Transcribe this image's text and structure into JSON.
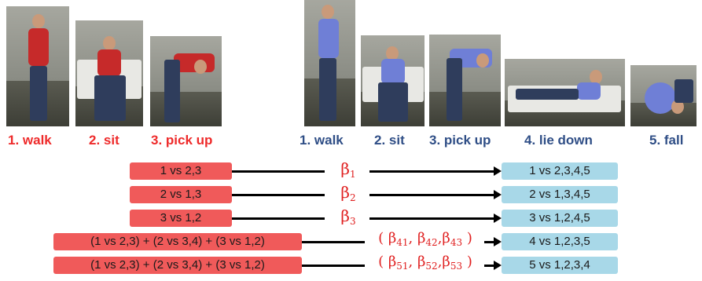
{
  "left_group": {
    "captions": [
      "1. walk",
      "2. sit",
      "3. pick up"
    ],
    "color": "#ee2a2a"
  },
  "right_group": {
    "captions": [
      "1. walk",
      "2. sit",
      "3. pick up",
      "4. lie down",
      "5. fall"
    ],
    "color": "#2f4e86"
  },
  "rows": [
    {
      "left": "1 vs 2,3",
      "beta": "β",
      "beta_sub": "1",
      "right": "1 vs 2,3,4,5"
    },
    {
      "left": "2 vs 1,3",
      "beta": "β",
      "beta_sub": "2",
      "right": "2 vs 1,3,4,5"
    },
    {
      "left": "3 vs 1,2",
      "beta": "β",
      "beta_sub": "3",
      "right": "3 vs 1,2,4,5"
    },
    {
      "left": "(1 vs 2,3) + (2 vs 3,4) + (3 vs 1,2)",
      "beta_open": "( β",
      "beta_subs": [
        "41",
        "42",
        "43"
      ],
      "beta_close": ")",
      "right": "4 vs 1,2,3,5"
    },
    {
      "left": "(1 vs 2,3) + (2 vs 3,4) + (3 vs 1,2)",
      "beta_open": "( β",
      "beta_subs": [
        "51",
        "52",
        "53"
      ],
      "beta_close": ")",
      "right": "5 vs 1,2,3,4"
    }
  ],
  "colors": {
    "left_box": "#f05a5a",
    "right_box": "#a8d8e8",
    "beta": "#e02020",
    "arrow": "#000000"
  },
  "icons": [
    "photo-walk",
    "photo-sit",
    "photo-pick-up",
    "photo-lie-down",
    "photo-fall"
  ]
}
